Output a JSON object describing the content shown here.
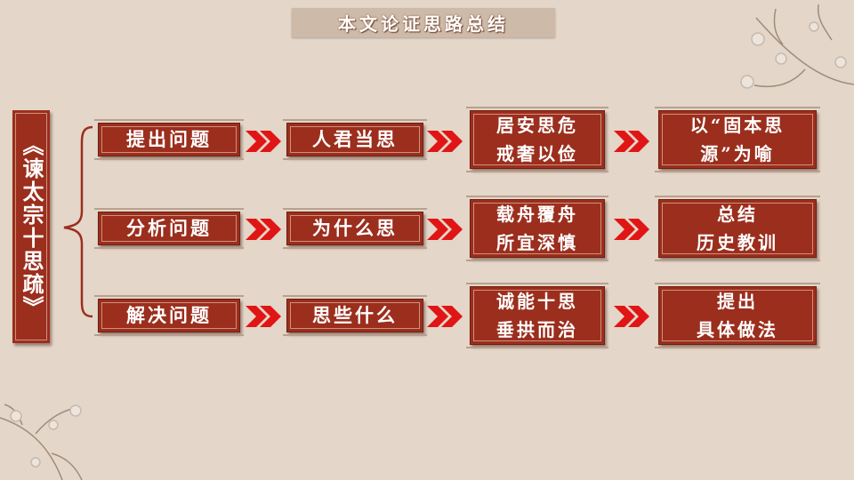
{
  "slide": {
    "title": "本文论证思路总结",
    "side_title": "《谏太宗十思疏》"
  },
  "rows": [
    {
      "stage": "提出问题",
      "step": "人君当思",
      "point": "居安思危\n戒奢以俭",
      "result": "以“固本思\n源”为喻"
    },
    {
      "stage": "分析问题",
      "step": "为什么思",
      "point": "载舟覆舟\n所宜深慎",
      "result": "总结\n历史教训"
    },
    {
      "stage": "解决问题",
      "step": "思些什么",
      "point": "诚能十思\n垂拱而治",
      "result": "提出\n具体做法"
    }
  ],
  "colors": {
    "box_fill": "#9b2e1d",
    "arrow": "#e01515",
    "bracket": "#9b2e1d",
    "background": "#e4d6c8"
  },
  "icons": [
    "plum-blossom-branch-icon",
    "double-arrow-icon"
  ]
}
